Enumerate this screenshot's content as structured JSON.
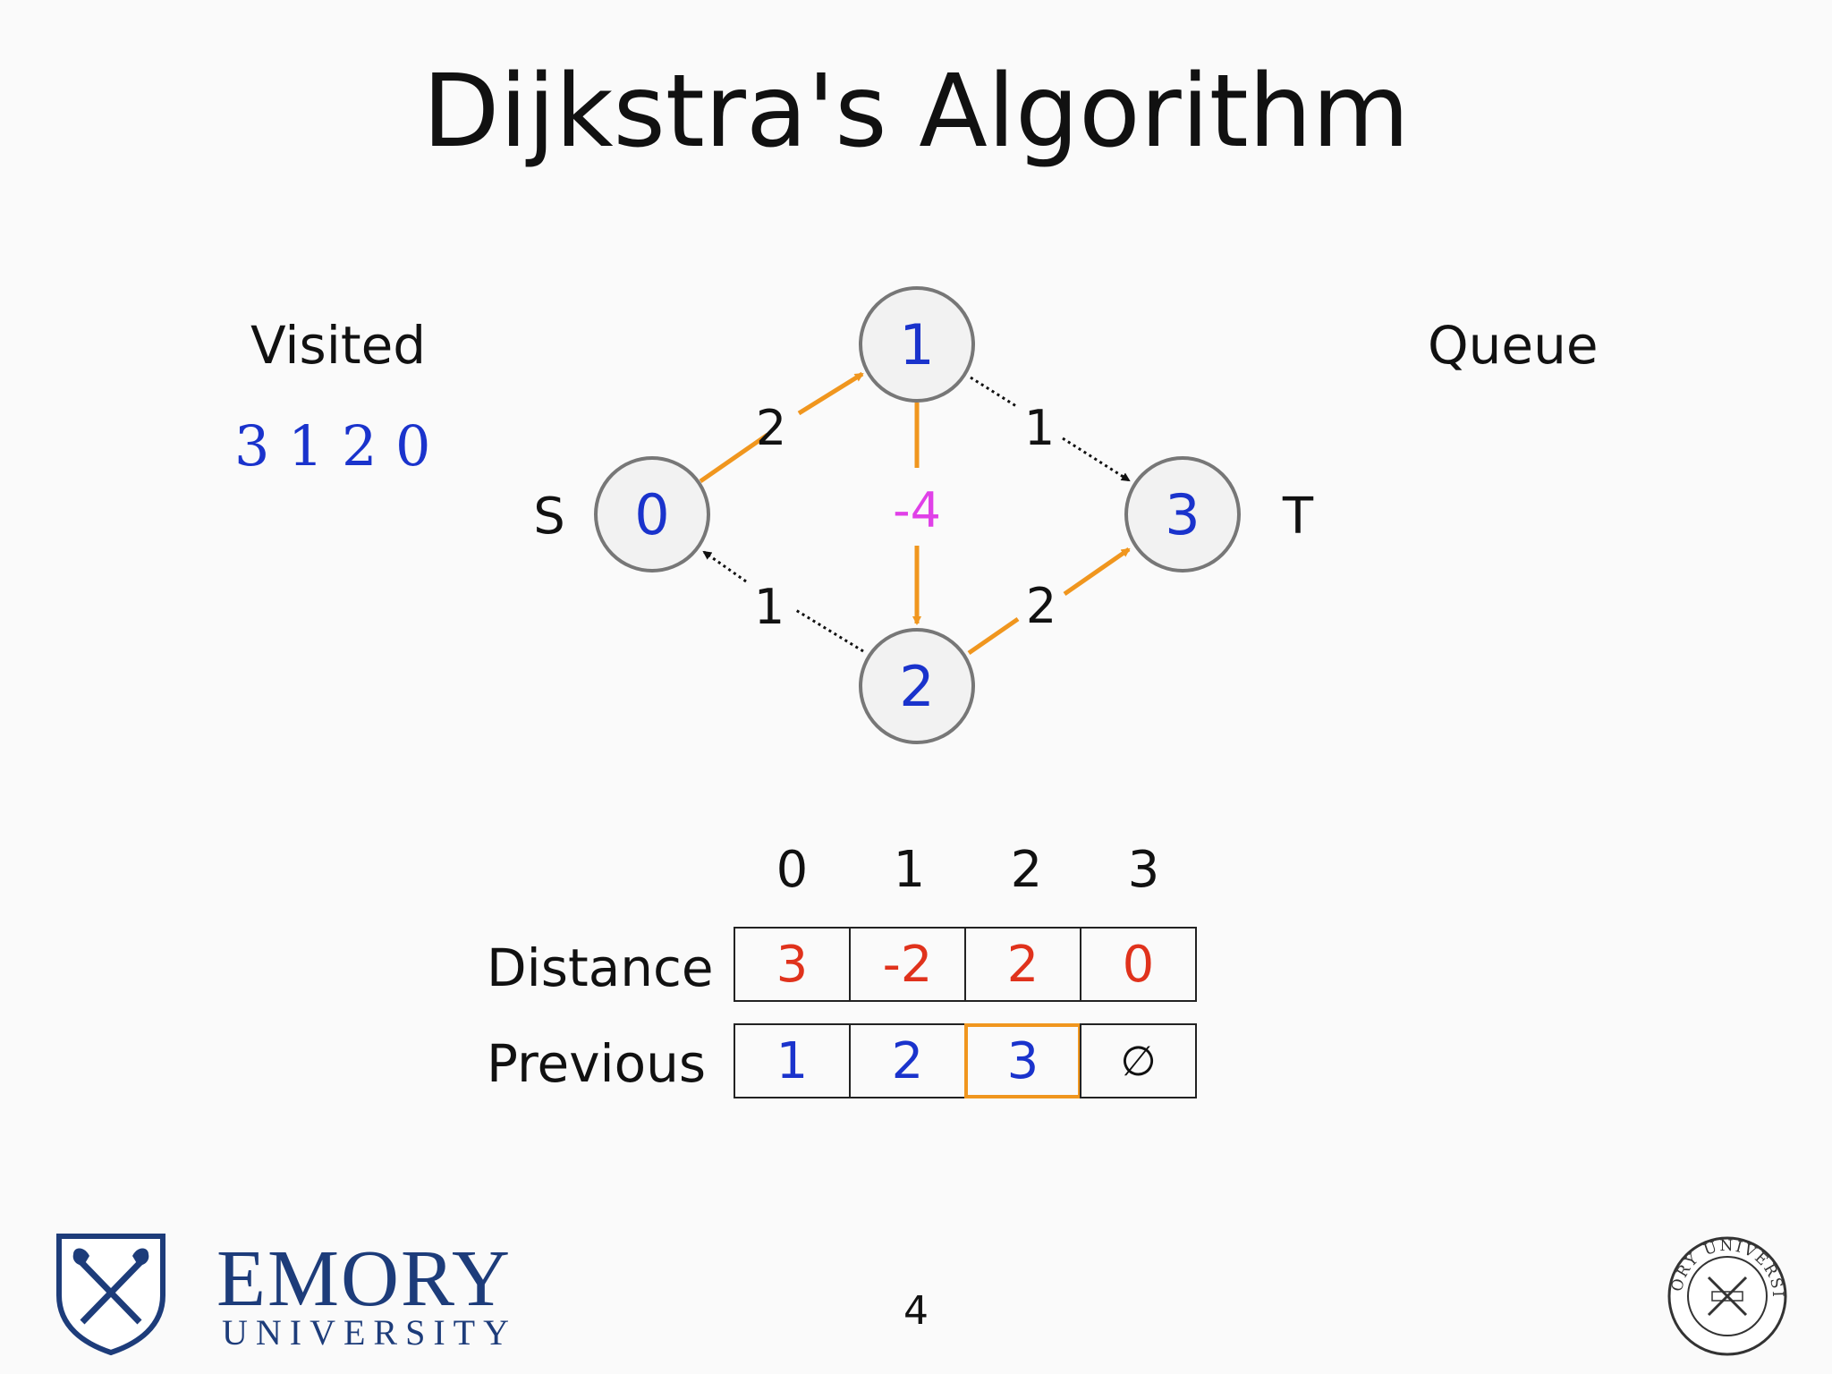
{
  "title": "Dijkstra's Algorithm",
  "visited": {
    "label": "Visited",
    "order": [
      "3",
      "1",
      "2",
      "0"
    ]
  },
  "queue": {
    "label": "Queue"
  },
  "graph": {
    "source_label": "S",
    "target_label": "T",
    "nodes": [
      "0",
      "1",
      "2",
      "3"
    ],
    "edges": [
      {
        "from": "0",
        "to": "1",
        "weight": "2",
        "style": "highlighted"
      },
      {
        "from": "1",
        "to": "2",
        "weight": "-4",
        "style": "highlighted"
      },
      {
        "from": "2",
        "to": "3",
        "weight": "2",
        "style": "highlighted"
      },
      {
        "from": "1",
        "to": "3",
        "weight": "1",
        "style": "dotted"
      },
      {
        "from": "2",
        "to": "0",
        "weight": "1",
        "style": "dotted"
      }
    ],
    "colors": {
      "highlight": "#f0961e",
      "negative_weight": "#e040e8",
      "node_text": "#1a33cc"
    }
  },
  "table": {
    "columns": [
      "0",
      "1",
      "2",
      "3"
    ],
    "distance_label": "Distance",
    "previous_label": "Previous",
    "distance": [
      "3",
      "-2",
      "2",
      "0"
    ],
    "previous": [
      "1",
      "2",
      "3",
      "∅"
    ],
    "highlighted_previous_index": 2
  },
  "footer": {
    "page_number": "4",
    "logo_word": "EMORY",
    "logo_sub": "UNIVERSITY",
    "seal_text": "EMORY UNIVERSITY"
  }
}
